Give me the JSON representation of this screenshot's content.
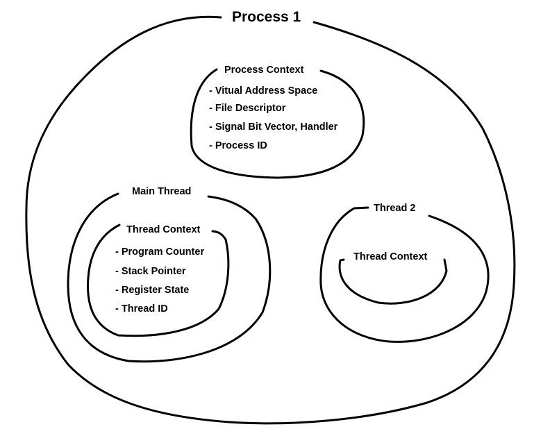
{
  "process": {
    "title": "Process 1"
  },
  "process_context": {
    "title": "Process Context",
    "items": [
      "- Vitual Address Space",
      "- File Descriptor",
      "- Signal Bit Vector, Handler",
      "- Process ID"
    ]
  },
  "main_thread": {
    "title": "Main Thread",
    "context_title": "Thread Context",
    "items": [
      "- Program Counter",
      "- Stack Pointer",
      "- Register State",
      "- Thread ID"
    ]
  },
  "thread_2": {
    "title": "Thread 2",
    "context_title": "Thread Context"
  }
}
